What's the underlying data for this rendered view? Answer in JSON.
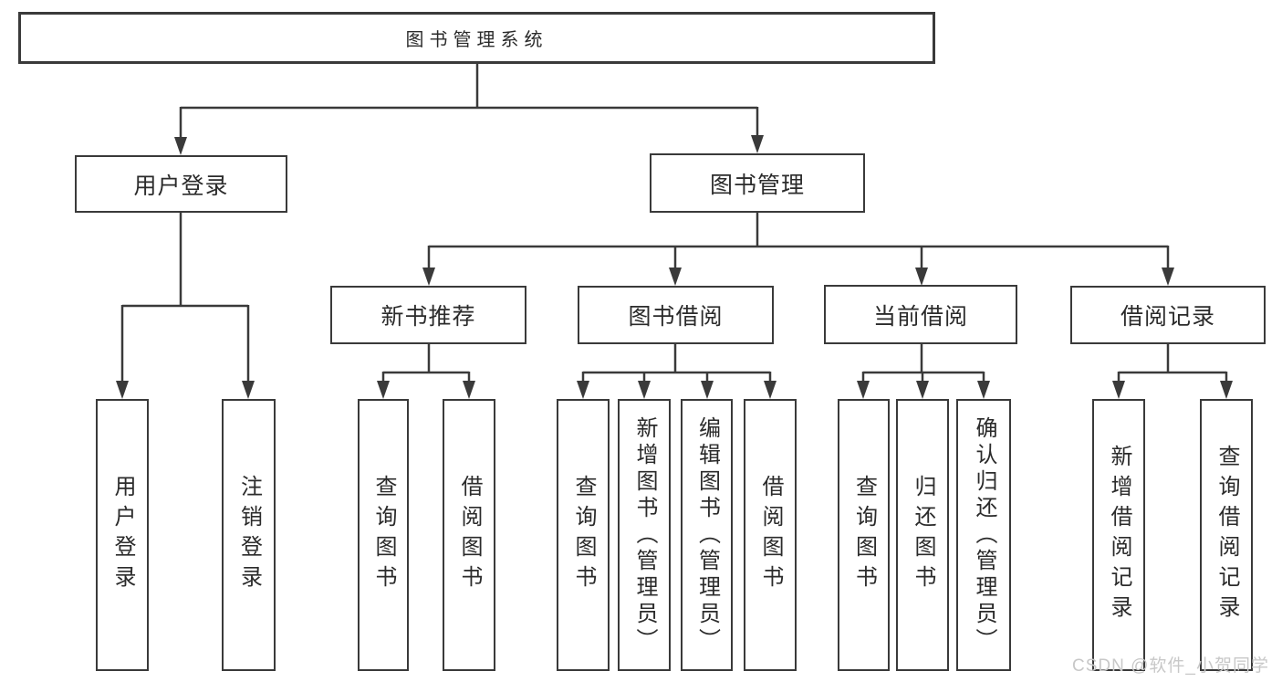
{
  "diagram": {
    "title": "图书管理系统",
    "level2": [
      {
        "label": "用户登录",
        "children": [
          {
            "label": "用户登录"
          },
          {
            "label": "注销登录"
          }
        ]
      },
      {
        "label": "图书管理",
        "children": [
          {
            "label": "新书推荐",
            "children": [
              {
                "label": "查询图书"
              },
              {
                "label": "借阅图书"
              }
            ]
          },
          {
            "label": "图书借阅",
            "children": [
              {
                "label": "查询图书"
              },
              {
                "label": "新增图书（管理员）"
              },
              {
                "label": "编辑图书（管理员）"
              },
              {
                "label": "借阅图书"
              }
            ]
          },
          {
            "label": "当前借阅",
            "children": [
              {
                "label": "查询图书"
              },
              {
                "label": "归还图书"
              },
              {
                "label": "确认归还（管理员）"
              }
            ]
          },
          {
            "label": "借阅记录",
            "children": [
              {
                "label": "新增借阅记录"
              },
              {
                "label": "查询借阅记录"
              }
            ]
          }
        ]
      }
    ]
  },
  "watermark": "CSDN @软件_小贺同学",
  "colors": {
    "line": "#3a3a3a",
    "border": "#3a3a3a",
    "text": "#2b2b2b",
    "watermark": "#c8c8c8",
    "background": "#ffffff"
  }
}
